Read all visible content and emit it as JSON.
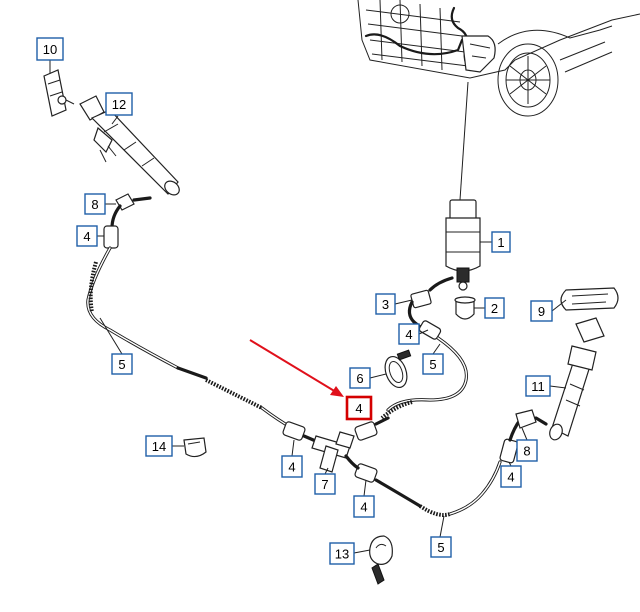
{
  "callouts": [
    {
      "id": "callout-10",
      "label": "10"
    },
    {
      "id": "callout-12",
      "label": "12"
    },
    {
      "id": "callout-8a",
      "label": "8"
    },
    {
      "id": "callout-4a",
      "label": "4"
    },
    {
      "id": "callout-5a",
      "label": "5"
    },
    {
      "id": "callout-1",
      "label": "1"
    },
    {
      "id": "callout-3",
      "label": "3"
    },
    {
      "id": "callout-2",
      "label": "2"
    },
    {
      "id": "callout-9",
      "label": "9"
    },
    {
      "id": "callout-4b",
      "label": "4"
    },
    {
      "id": "callout-5b",
      "label": "5"
    },
    {
      "id": "callout-6",
      "label": "6"
    },
    {
      "id": "callout-4c",
      "label": "4"
    },
    {
      "id": "callout-11",
      "label": "11"
    },
    {
      "id": "callout-14",
      "label": "14"
    },
    {
      "id": "callout-4d",
      "label": "4"
    },
    {
      "id": "callout-7",
      "label": "7"
    },
    {
      "id": "callout-8b",
      "label": "8"
    },
    {
      "id": "callout-4e",
      "label": "4"
    },
    {
      "id": "callout-4f",
      "label": "4"
    },
    {
      "id": "callout-13",
      "label": "13"
    },
    {
      "id": "callout-5c",
      "label": "5"
    }
  ],
  "highlight": {
    "callout": "callout-4c",
    "color": "#d40000",
    "arrow_color": "#e0101b"
  },
  "colors": {
    "callout_border": "#1f5fa8",
    "line": "#1a1a1a",
    "background": "#ffffff"
  }
}
